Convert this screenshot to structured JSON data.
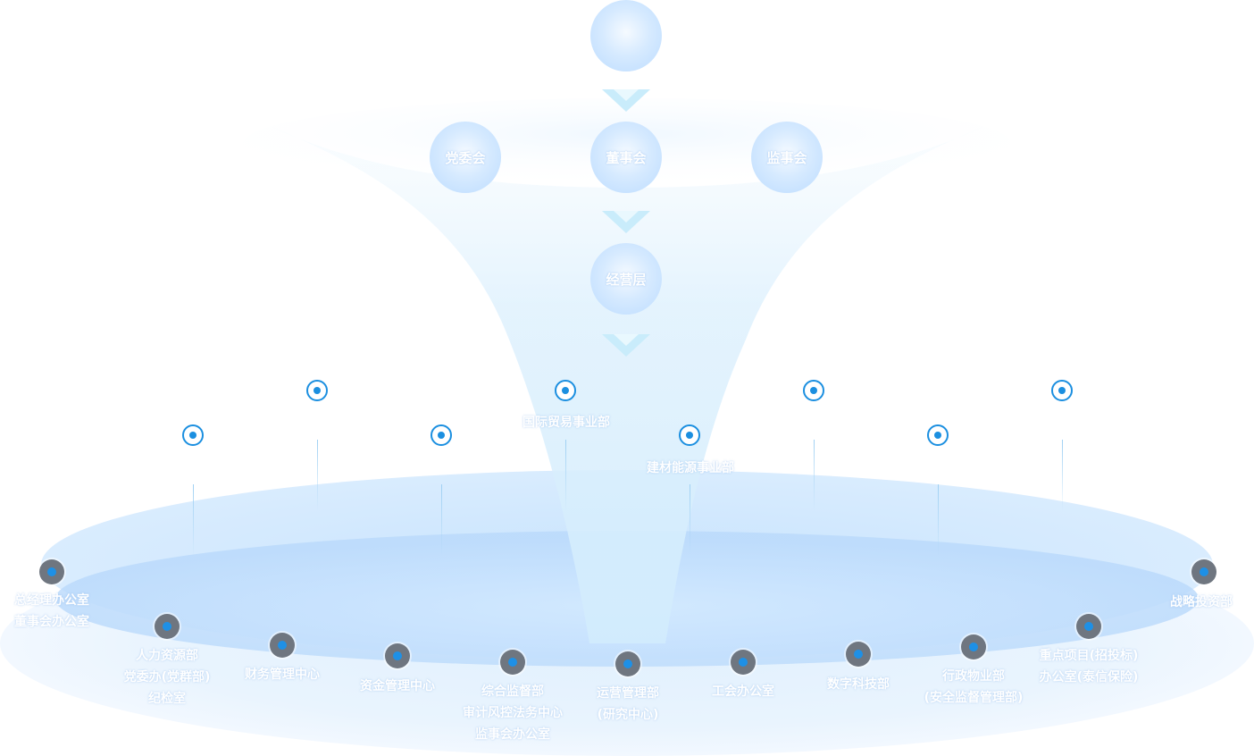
{
  "top_levels": {
    "top": "",
    "party": "党委会",
    "board": "董事会",
    "supervisors": "监事会",
    "management": "经营层"
  },
  "upper_units": {
    "trade": "国际贸易事业部",
    "building": "建材能源事业部"
  },
  "departments": {
    "office": [
      "总经理办公室",
      "董事会办公室"
    ],
    "hr": [
      "人力资源部",
      "党委办(党群部)",
      "纪检室"
    ],
    "finance": "财务管理中心",
    "funds": "资金管理中心",
    "audit": [
      "综合监督部",
      "审计风控法务中心",
      "监事会办公室"
    ],
    "operations": [
      "运营管理部",
      "(研究中心)"
    ],
    "union": "工会办公室",
    "digital": "数字科技部",
    "admin": [
      "行政物业部",
      "(安全监督管理部)"
    ],
    "projects": [
      "重点项目(招投标)",
      "办公室(泰信保险)"
    ],
    "strategy": "战略投资部"
  },
  "colors": {
    "accent": "#1b8fe0",
    "node_gray": "#6f7680",
    "circle_light": "#d6eaff"
  }
}
